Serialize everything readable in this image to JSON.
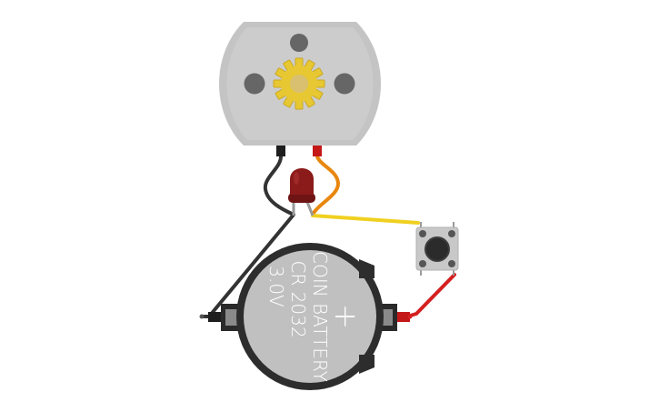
{
  "battery": {
    "line1": "COIN BATTERY",
    "line2": "CR 2032",
    "line3": "3.0V",
    "polarity": "+"
  },
  "colors": {
    "motor_body": "#c4c4c4",
    "gear": "#e8c832",
    "led": "#8b1a1a",
    "wire_black": "#333333",
    "wire_orange": "#e8870e",
    "wire_yellow": "#f0d020",
    "wire_red": "#d42020",
    "battery_holder": "#2d2d2d",
    "battery_cell": "#c0c0c0"
  }
}
